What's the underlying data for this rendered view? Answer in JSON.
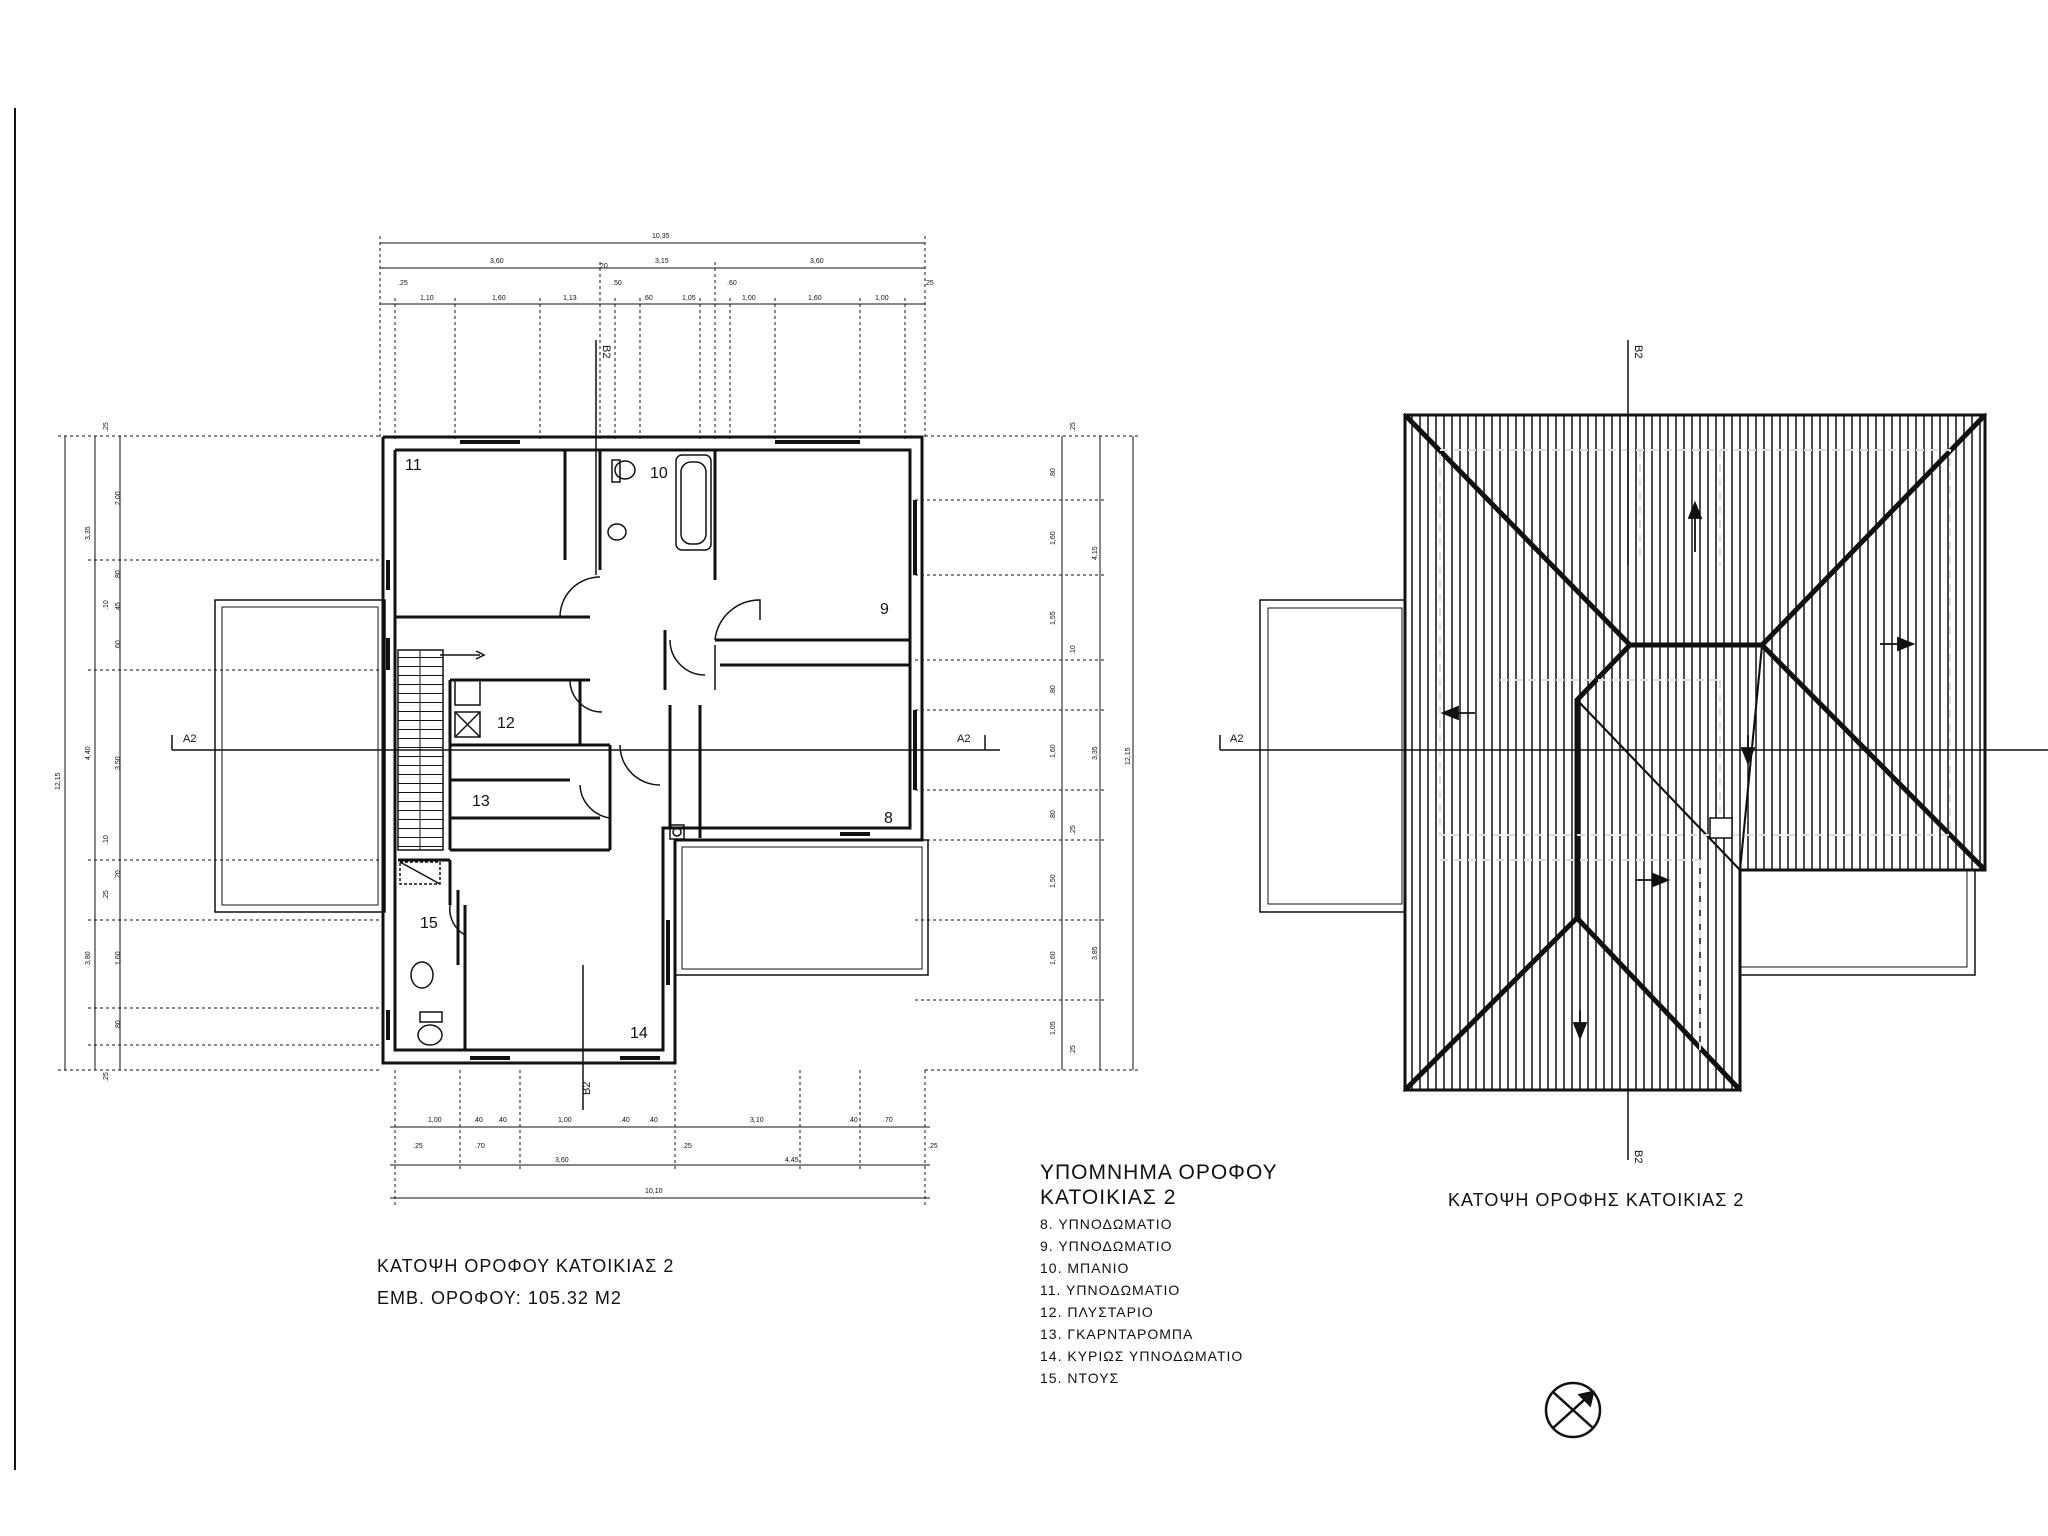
{
  "floor_plan": {
    "title": "ΚΑΤΟΨΗ ΟΡΟΦΟΥ ΚΑΤΟΙΚΙΑΣ 2",
    "area": "ΕΜΒ. ΟΡΟΦΟΥ: 105.32 Μ2",
    "rooms": [
      "8",
      "9",
      "10",
      "11",
      "12",
      "13",
      "14",
      "15"
    ],
    "section_marks": {
      "a_left": "A2",
      "a_right": "A2",
      "b_top": "B2",
      "b_bottom": "B2"
    },
    "dims_top_total": "10,35",
    "dims_top_mid": [
      "3,60",
      "3,15",
      "3,60"
    ],
    "dims_top_detail": [
      ".25",
      "1,10",
      "1,60",
      "1,13",
      ".20",
      ".50",
      ".60",
      "1,05",
      ".60",
      "1,00",
      "1,60",
      "1,00",
      ".25"
    ],
    "dims_bottom_detail": [
      "1,00",
      ".40",
      ".40",
      "1,00",
      ".40",
      ".40",
      "3,10",
      ".40",
      ".70"
    ],
    "dims_bottom_mid": [
      ".25",
      ".70",
      "3,60",
      ".25",
      "4,45",
      ".25"
    ],
    "dims_bottom_total": "10,10",
    "dims_left_total": "12,15",
    "dims_left_mid": [
      "3,35",
      "4,40",
      "3,80"
    ],
    "dims_left_detail": [
      ".25",
      "2,00",
      ".80",
      ".10",
      ".45",
      ".60",
      "3,50",
      ".10",
      ".20",
      ".25",
      "1,60",
      ".80",
      ".25"
    ],
    "dims_right_total": "12,15",
    "dims_right_mid": [
      "4,15",
      "3,35",
      "3,85"
    ],
    "dims_right_detail": [
      ".25",
      ".80",
      "1,60",
      "1,55",
      ".10",
      ".80",
      "1,60",
      ".80",
      ".25",
      "1,50",
      "1,60",
      "1,05",
      ".25"
    ]
  },
  "legend": {
    "title_line1": "ΥΠΟΜΝΗΜΑ ΟΡΟΦΟΥ",
    "title_line2": "ΚΑΤΟΙΚΙΑΣ 2",
    "items": [
      "8. ΥΠΝΟΔΩΜΑΤΙΟ",
      "9. ΥΠΝΟΔΩΜΑΤΙΟ",
      "10. ΜΠΑΝΙΟ",
      "11. ΥΠΝΟΔΩΜΑΤΙΟ",
      "12. ΠΛΥΣΤΑΡΙΟ",
      "13. ΓΚΑΡΝΤΑΡΟΜΠΑ",
      "14. ΚΥΡΙΩΣ ΥΠΝΟΔΩΜΑΤΙΟ",
      "15. ΝΤΟΥΣ"
    ]
  },
  "roof_plan": {
    "title": "ΚΑΤΟΨΗ ΟΡΟΦΗΣ ΚΑΤΟΙΚΙΑΣ 2",
    "section_marks": {
      "a_left": "A2",
      "b_top": "B2",
      "b_bottom": "B2"
    }
  },
  "north_arrow": {
    "icon": "north-arrow-icon"
  }
}
